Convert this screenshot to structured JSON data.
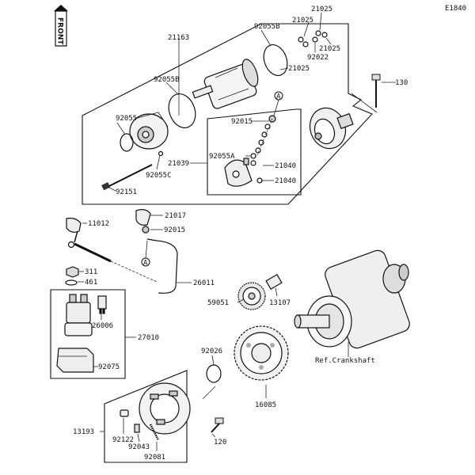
{
  "diagram_id": "E1840",
  "front_badge": "FRONT",
  "callout_marker": "A",
  "ref_crankshaft": "Ref.Crankshaft",
  "labels": {
    "p21163": "21163",
    "p92055B_a": "92055B",
    "p92055B_b": "92055B",
    "p92055": "92055",
    "p92055C": "92055C",
    "p92151": "92151",
    "p21039": "21039",
    "p92015_a": "92015",
    "p92055A": "92055A",
    "p21040_a": "21040",
    "p21040_b": "21040",
    "p21025_a": "21025",
    "p21025_b": "21025",
    "p21025_c": "21025",
    "p21025_d": "21025",
    "p92022": "92022",
    "p130": "130",
    "p11012": "11012",
    "p21017": "21017",
    "p92015_b": "92015",
    "p311": "311",
    "p461": "461",
    "p26011": "26011",
    "p26006": "26006",
    "p27010": "27010",
    "p92075": "92075",
    "p59051": "59051",
    "p13107": "13107",
    "p92026": "92026",
    "p16085": "16085",
    "p13193": "13193",
    "p92122": "92122",
    "p92043": "92043",
    "p92081": "92081",
    "p120": "120"
  }
}
